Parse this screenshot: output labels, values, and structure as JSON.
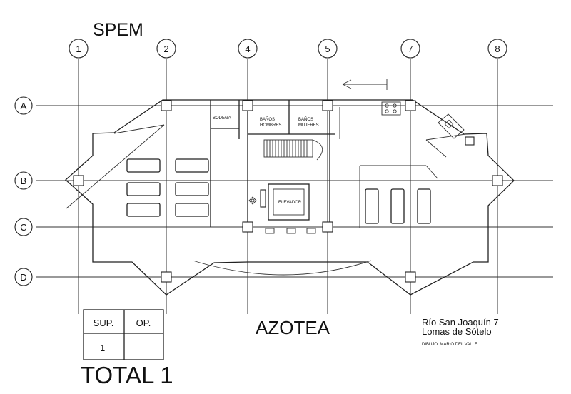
{
  "header": {
    "title": "SPEM"
  },
  "grid": {
    "columns": [
      "1",
      "2",
      "4",
      "5",
      "7",
      "8"
    ],
    "rows": [
      "A",
      "B",
      "C",
      "D"
    ]
  },
  "rooms": {
    "bodega": "BODEGA",
    "banos_hombres_1": "BAÑOS",
    "banos_hombres_2": "HOMBRES",
    "banos_mujeres_1": "BAÑOS",
    "banos_mujeres_2": "MUJERES",
    "elevador": "ELEVADOR"
  },
  "table_box": {
    "headers": [
      "SUP.",
      "OP."
    ],
    "values": [
      "1",
      ""
    ]
  },
  "plan_title": "AZOTEA",
  "total": "TOTAL 1",
  "address": {
    "line1": "Río San Joaquín 7",
    "line2": "Lomas de Sótelo",
    "credit": "DIBUJO: MARIO DEL VALLE"
  }
}
